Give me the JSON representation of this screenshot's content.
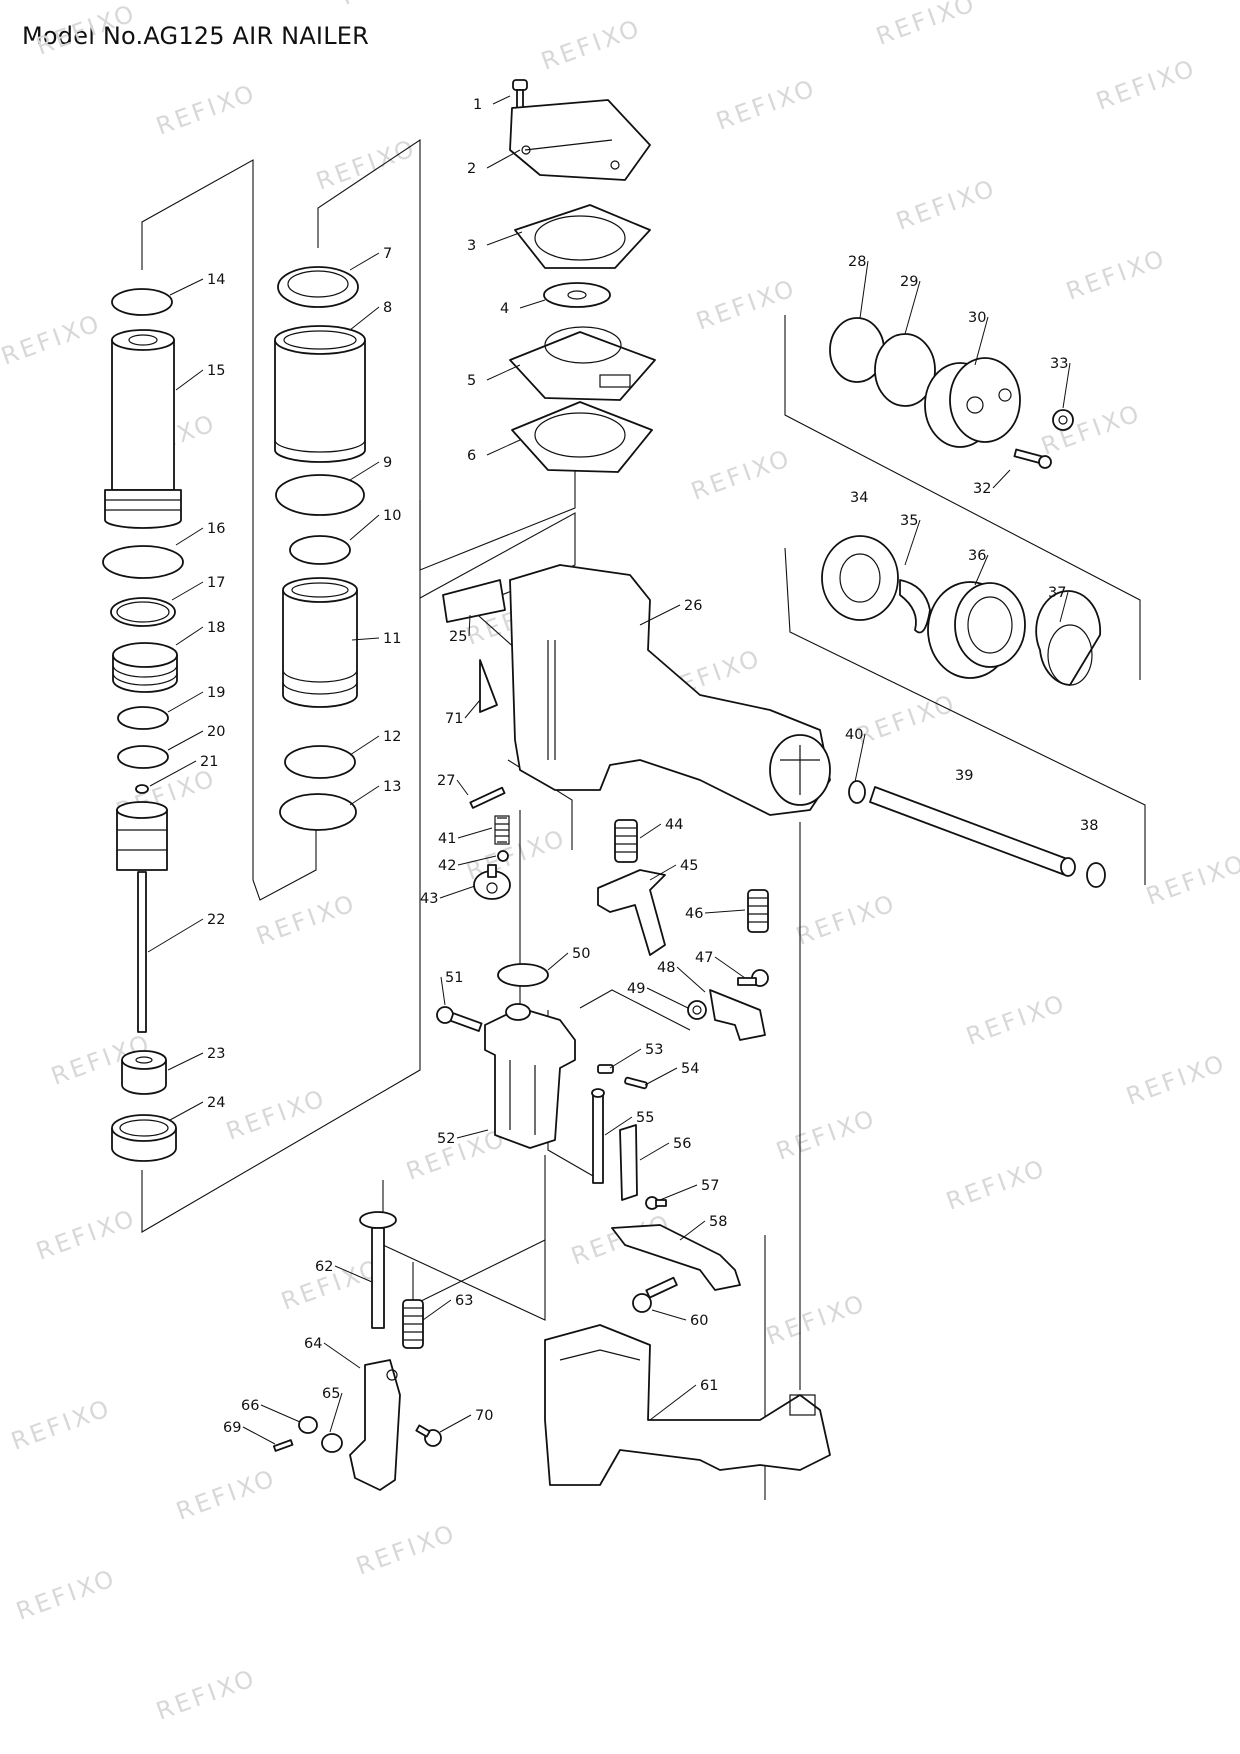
{
  "title": "Model No.AG125 AIR NAILER",
  "watermark": "REFIXO",
  "part_numbers": [
    "1",
    "2",
    "3",
    "4",
    "5",
    "6",
    "7",
    "8",
    "9",
    "10",
    "11",
    "12",
    "13",
    "14",
    "15",
    "16",
    "17",
    "18",
    "19",
    "20",
    "21",
    "22",
    "23",
    "24",
    "25",
    "26",
    "27",
    "28",
    "29",
    "30",
    "32",
    "33",
    "34",
    "35",
    "36",
    "37",
    "38",
    "39",
    "40",
    "41",
    "42",
    "43",
    "44",
    "45",
    "46",
    "47",
    "48",
    "49",
    "50",
    "51",
    "52",
    "53",
    "54",
    "55",
    "56",
    "57",
    "58",
    "60",
    "61",
    "62",
    "63",
    "64",
    "65",
    "66",
    "69",
    "70",
    "71"
  ]
}
